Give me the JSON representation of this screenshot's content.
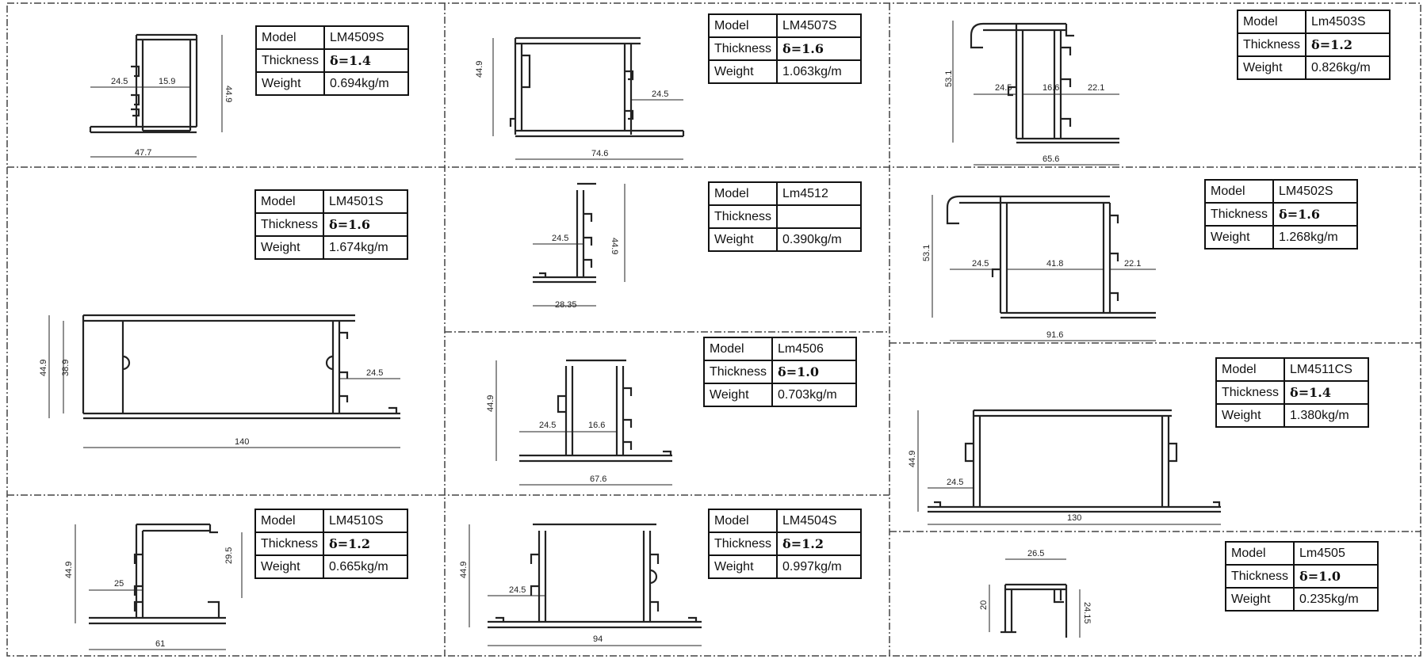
{
  "colors": {
    "line": "#222222",
    "grid": "#444444",
    "paper": "#ffffff"
  },
  "labels": {
    "model": "Model",
    "thickness": "Thickness",
    "weight": "Weight"
  },
  "profiles": [
    {
      "model": "LM4509S",
      "thickness": "δ=1.4",
      "weight": "0.694kg/m",
      "dims": [
        "24.5",
        "15.9",
        "44.9",
        "47.7"
      ]
    },
    {
      "model": "LM4507S",
      "thickness": "δ=1.6",
      "weight": "1.063kg/m",
      "dims": [
        "44.9",
        "24.5",
        "74.6"
      ]
    },
    {
      "model": "Lm4503S",
      "thickness": "δ=1.2",
      "weight": "0.826kg/m",
      "dims": [
        "53.1",
        "24.5",
        "16.6",
        "22.1",
        "65.6"
      ]
    },
    {
      "model": "LM4501S",
      "thickness": "δ=1.6",
      "weight": "1.674kg/m",
      "dims": [
        "44.9",
        "38.9",
        "24.5",
        "140"
      ]
    },
    {
      "model": "Lm4512",
      "thickness": "",
      "weight": "0.390kg/m",
      "dims": [
        "24.5",
        "44.9",
        "28.35"
      ]
    },
    {
      "model": "LM4502S",
      "thickness": "δ=1.6",
      "weight": "1.268kg/m",
      "dims": [
        "53.1",
        "24.5",
        "41.8",
        "22.1",
        "91.6"
      ]
    },
    {
      "model": "Lm4506",
      "thickness": "δ=1.0",
      "weight": "0.703kg/m",
      "dims": [
        "44.9",
        "24.5",
        "16.6",
        "67.6"
      ]
    },
    {
      "model": "LM4511CS",
      "thickness": "δ=1.4",
      "weight": "1.380kg/m",
      "dims": [
        "44.9",
        "24.5",
        "130"
      ]
    },
    {
      "model": "LM4510S",
      "thickness": "δ=1.2",
      "weight": "0.665kg/m",
      "dims": [
        "44.9",
        "25",
        "29.5",
        "61"
      ]
    },
    {
      "model": "LM4504S",
      "thickness": "δ=1.2",
      "weight": "0.997kg/m",
      "dims": [
        "44.9",
        "24.5",
        "94"
      ]
    },
    {
      "model": "Lm4505",
      "thickness": "δ=1.0",
      "weight": "0.235kg/m",
      "dims": [
        "26.5",
        "20",
        "24.15"
      ]
    }
  ]
}
